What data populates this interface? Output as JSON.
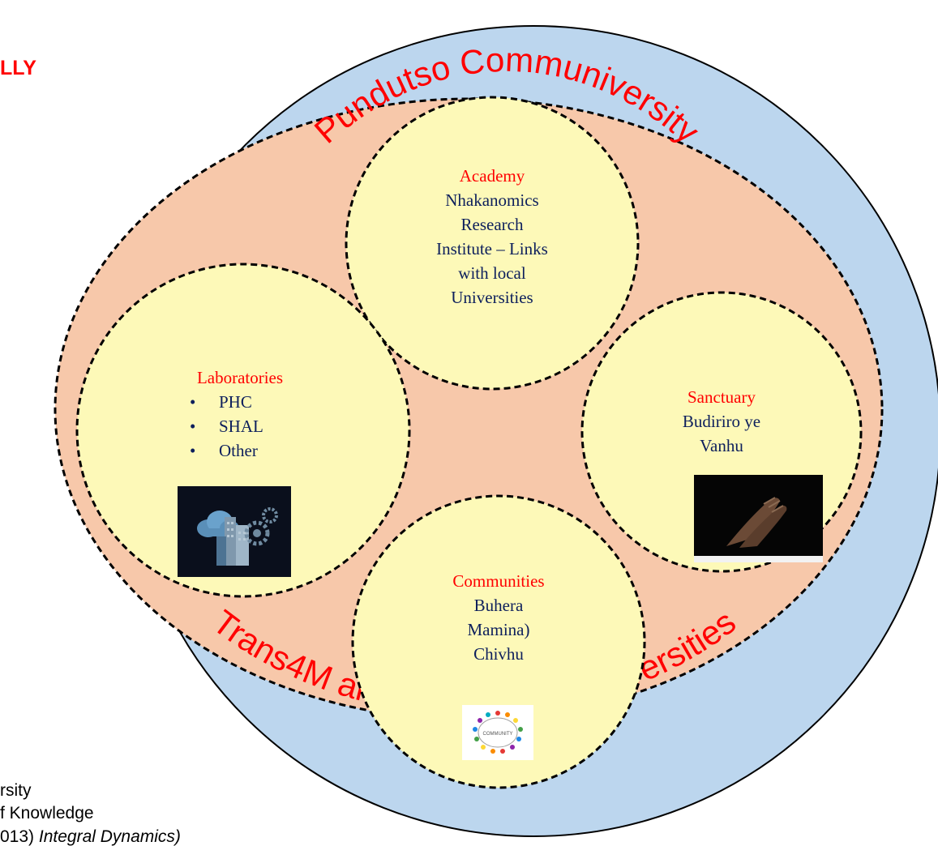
{
  "left": {
    "title_fragment": "LLY",
    "lines": [
      "rsity",
      "f Knowledge",
      "013) Integral Dynamics)"
    ]
  },
  "outer_ring": {
    "top_label": "Pundutso Communiversity",
    "bottom_label": "Trans4M and other Communiversities"
  },
  "circles": {
    "academy": {
      "heading": "Academy",
      "lines": [
        "Nhakanomics",
        "Research",
        "Institute – Links",
        "with local",
        "Universities"
      ]
    },
    "laboratories": {
      "heading": "Laboratories",
      "bullets": [
        "PHC",
        "SHAL",
        "Other"
      ]
    },
    "sanctuary": {
      "heading": "Sanctuary",
      "lines": [
        "Budiriro ye",
        "Vanhu"
      ]
    },
    "communities": {
      "heading": "Communities",
      "lines": [
        "Buhera",
        "Mamina)",
        "Chivhu"
      ],
      "logo_text": "COMMUNITY"
    }
  },
  "colors": {
    "outer_ring": "#bcd6ee",
    "inner_fill": "#f7c8aa",
    "circle_fill": "#fdf9b8",
    "heading_red": "#ff0000",
    "body_navy": "#0d1f5c"
  },
  "icons": {
    "laboratories_image": "cloud-buildings-gears-icon",
    "sanctuary_image": "praying-hands-photo",
    "communities_image": "community-people-ring-logo"
  }
}
